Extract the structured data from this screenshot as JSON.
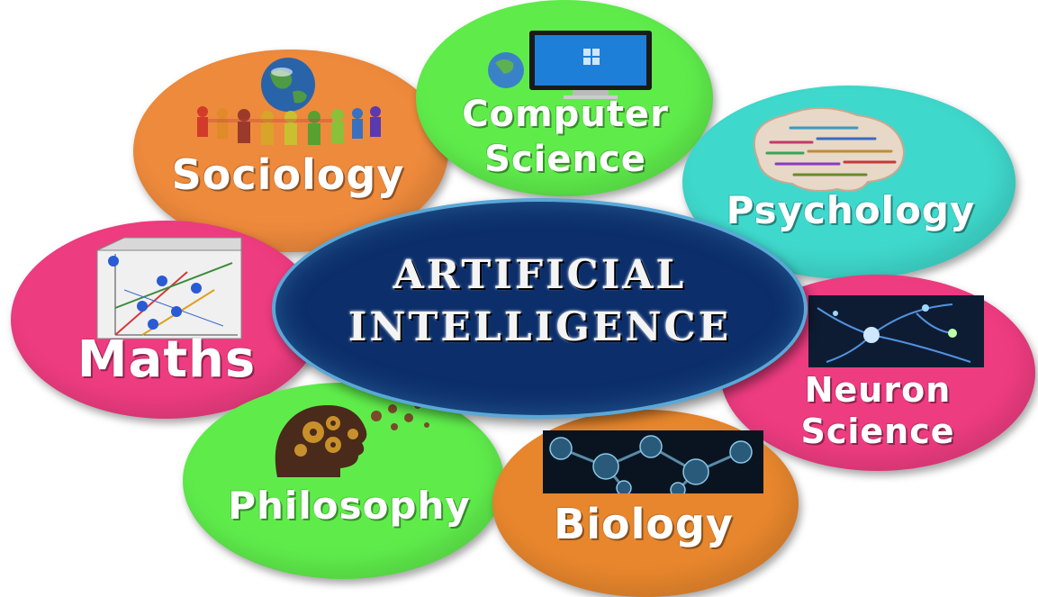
{
  "center": {
    "line1": "ARTIFICIAL",
    "line2": "INTELLIGENCE"
  },
  "bubbles": {
    "sociology": {
      "label": "Sociology",
      "icon": "globe-people-icon",
      "color": "#ee8a3c"
    },
    "computer": {
      "line1": "Computer",
      "line2": "Science",
      "icon": "computer-monitor-icon",
      "color": "#5fec4b"
    },
    "psychology": {
      "label": "Psychology",
      "icon": "word-brain-icon",
      "color": "#3fd8cc"
    },
    "maths": {
      "label": "Maths",
      "icon": "geometry-cube-icon",
      "color": "#ee3c80"
    },
    "neuron": {
      "line1": "Neuron",
      "line2": "Science",
      "icon": "neuron-icon",
      "color": "#ee3c80"
    },
    "philosophy": {
      "label": "Philosophy",
      "icon": "gear-head-icon",
      "color": "#5fec4b"
    },
    "biology": {
      "label": "Biology",
      "icon": "molecule-icon",
      "color": "#e7862d"
    }
  },
  "center_color": "#0c2f6b"
}
